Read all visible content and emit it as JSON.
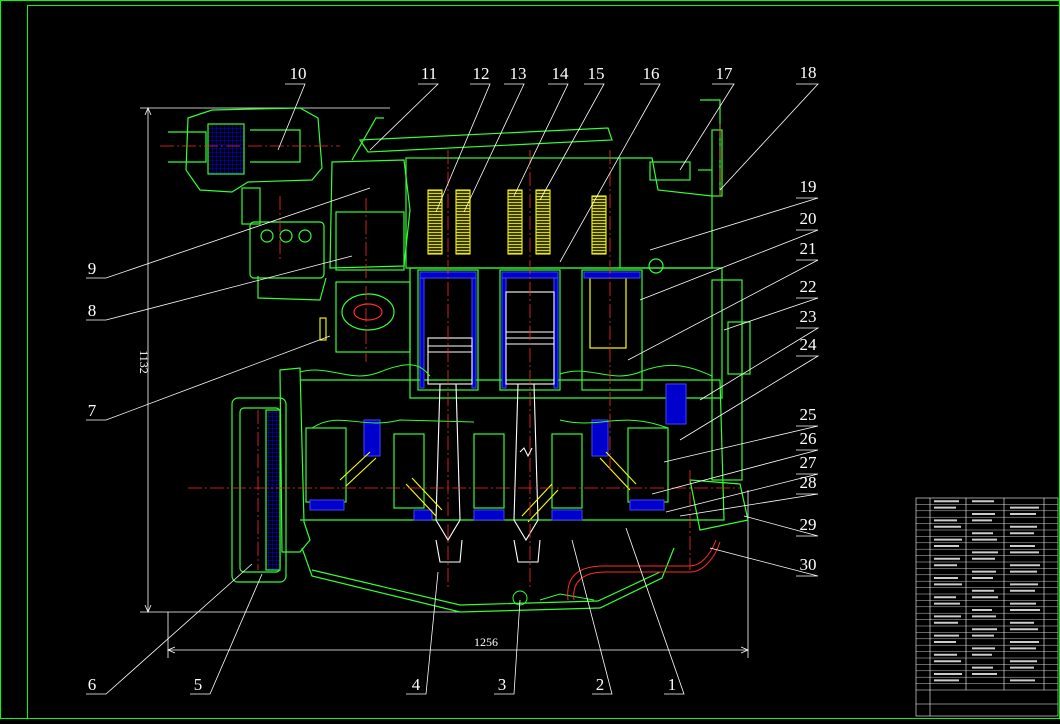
{
  "drawing": {
    "colors": {
      "background": "#000000",
      "frame": "#00ff00",
      "outline": "#33ff33",
      "centerline": "#ff2a2a",
      "section": "#0000ff",
      "component": "#ffff00",
      "leader": "#ffffff",
      "cyan": "#00ffff"
    },
    "dimensions": {
      "height": "1132",
      "width": "1256"
    },
    "callouts": [
      {
        "n": "10"
      },
      {
        "n": "11"
      },
      {
        "n": "12"
      },
      {
        "n": "13"
      },
      {
        "n": "14"
      },
      {
        "n": "15"
      },
      {
        "n": "16"
      },
      {
        "n": "17"
      },
      {
        "n": "18"
      },
      {
        "n": "19"
      },
      {
        "n": "20"
      },
      {
        "n": "21"
      },
      {
        "n": "22"
      },
      {
        "n": "23"
      },
      {
        "n": "24"
      },
      {
        "n": "25"
      },
      {
        "n": "26"
      },
      {
        "n": "27"
      },
      {
        "n": "28"
      },
      {
        "n": "29"
      },
      {
        "n": "30"
      },
      {
        "n": "9"
      },
      {
        "n": "8"
      },
      {
        "n": "7"
      },
      {
        "n": "6"
      },
      {
        "n": "5"
      },
      {
        "n": "4"
      },
      {
        "n": "3"
      },
      {
        "n": "2"
      },
      {
        "n": "1"
      }
    ]
  }
}
